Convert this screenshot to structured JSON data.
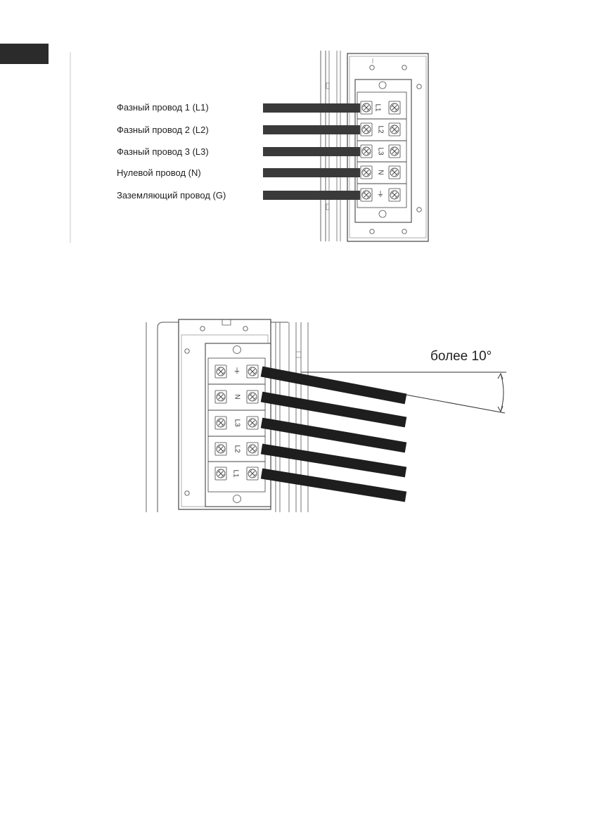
{
  "page": {
    "background": "#ffffff",
    "tab_color": "#2b2b2b"
  },
  "wiring_diagram": {
    "wires": [
      {
        "label": "Фазный провод 1 (L1)",
        "terminal": "L1"
      },
      {
        "label": "Фазный провод 2 (L2)",
        "terminal": "L2"
      },
      {
        "label": "Фазный провод 3 (L3)",
        "terminal": "L3"
      },
      {
        "label": "Нулевой провод (N)",
        "terminal": "N"
      },
      {
        "label": "Заземляющий провод (G)",
        "terminal": "⏚"
      }
    ],
    "wire_color": "#3a3a3a"
  },
  "angle_diagram": {
    "angle_label": "более 10°",
    "terminals_top_to_bottom": [
      "⏚",
      "N",
      "L3",
      "L2",
      "L1"
    ]
  }
}
